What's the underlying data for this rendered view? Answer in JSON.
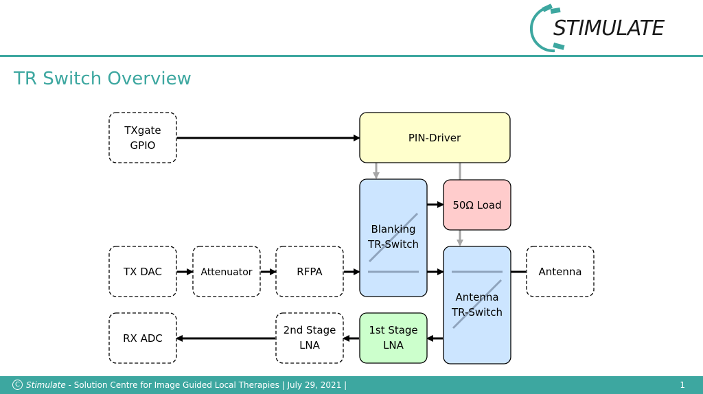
{
  "header": {
    "logo_text": "STIMULATE",
    "slide_title": "TR Switch Overview"
  },
  "diagram": {
    "blocks": {
      "txgate": [
        "TXgate",
        "GPIO"
      ],
      "pin_driver": [
        "PIN-Driver"
      ],
      "blanking": [
        "Blanking",
        "TR-Switch"
      ],
      "load": [
        "50Ω Load"
      ],
      "tx_dac": [
        "TX DAC"
      ],
      "attenuator": [
        "Attenuator"
      ],
      "rfpa": [
        "RFPA"
      ],
      "antenna_switch": [
        "Antenna",
        "TR-Switch"
      ],
      "antenna": [
        "Antenna"
      ],
      "rx_adc": [
        "RX ADC"
      ],
      "lna2": [
        "2nd Stage",
        "LNA"
      ],
      "lna1": [
        "1st Stage",
        "LNA"
      ]
    },
    "colors": {
      "pin_driver": "#ffffcc",
      "switch": "#cce5ff",
      "load": "#ffcccc",
      "lna1": "#ccffcc",
      "control_arrow": "#a6a6a6",
      "accent": "#3da7a0"
    }
  },
  "footer": {
    "copyright_symbol": "C",
    "brand": "Stimulate",
    "text": " - Solution Centre for Image Guided Local Therapies | July 29, 2021 |",
    "page_number": "1"
  }
}
